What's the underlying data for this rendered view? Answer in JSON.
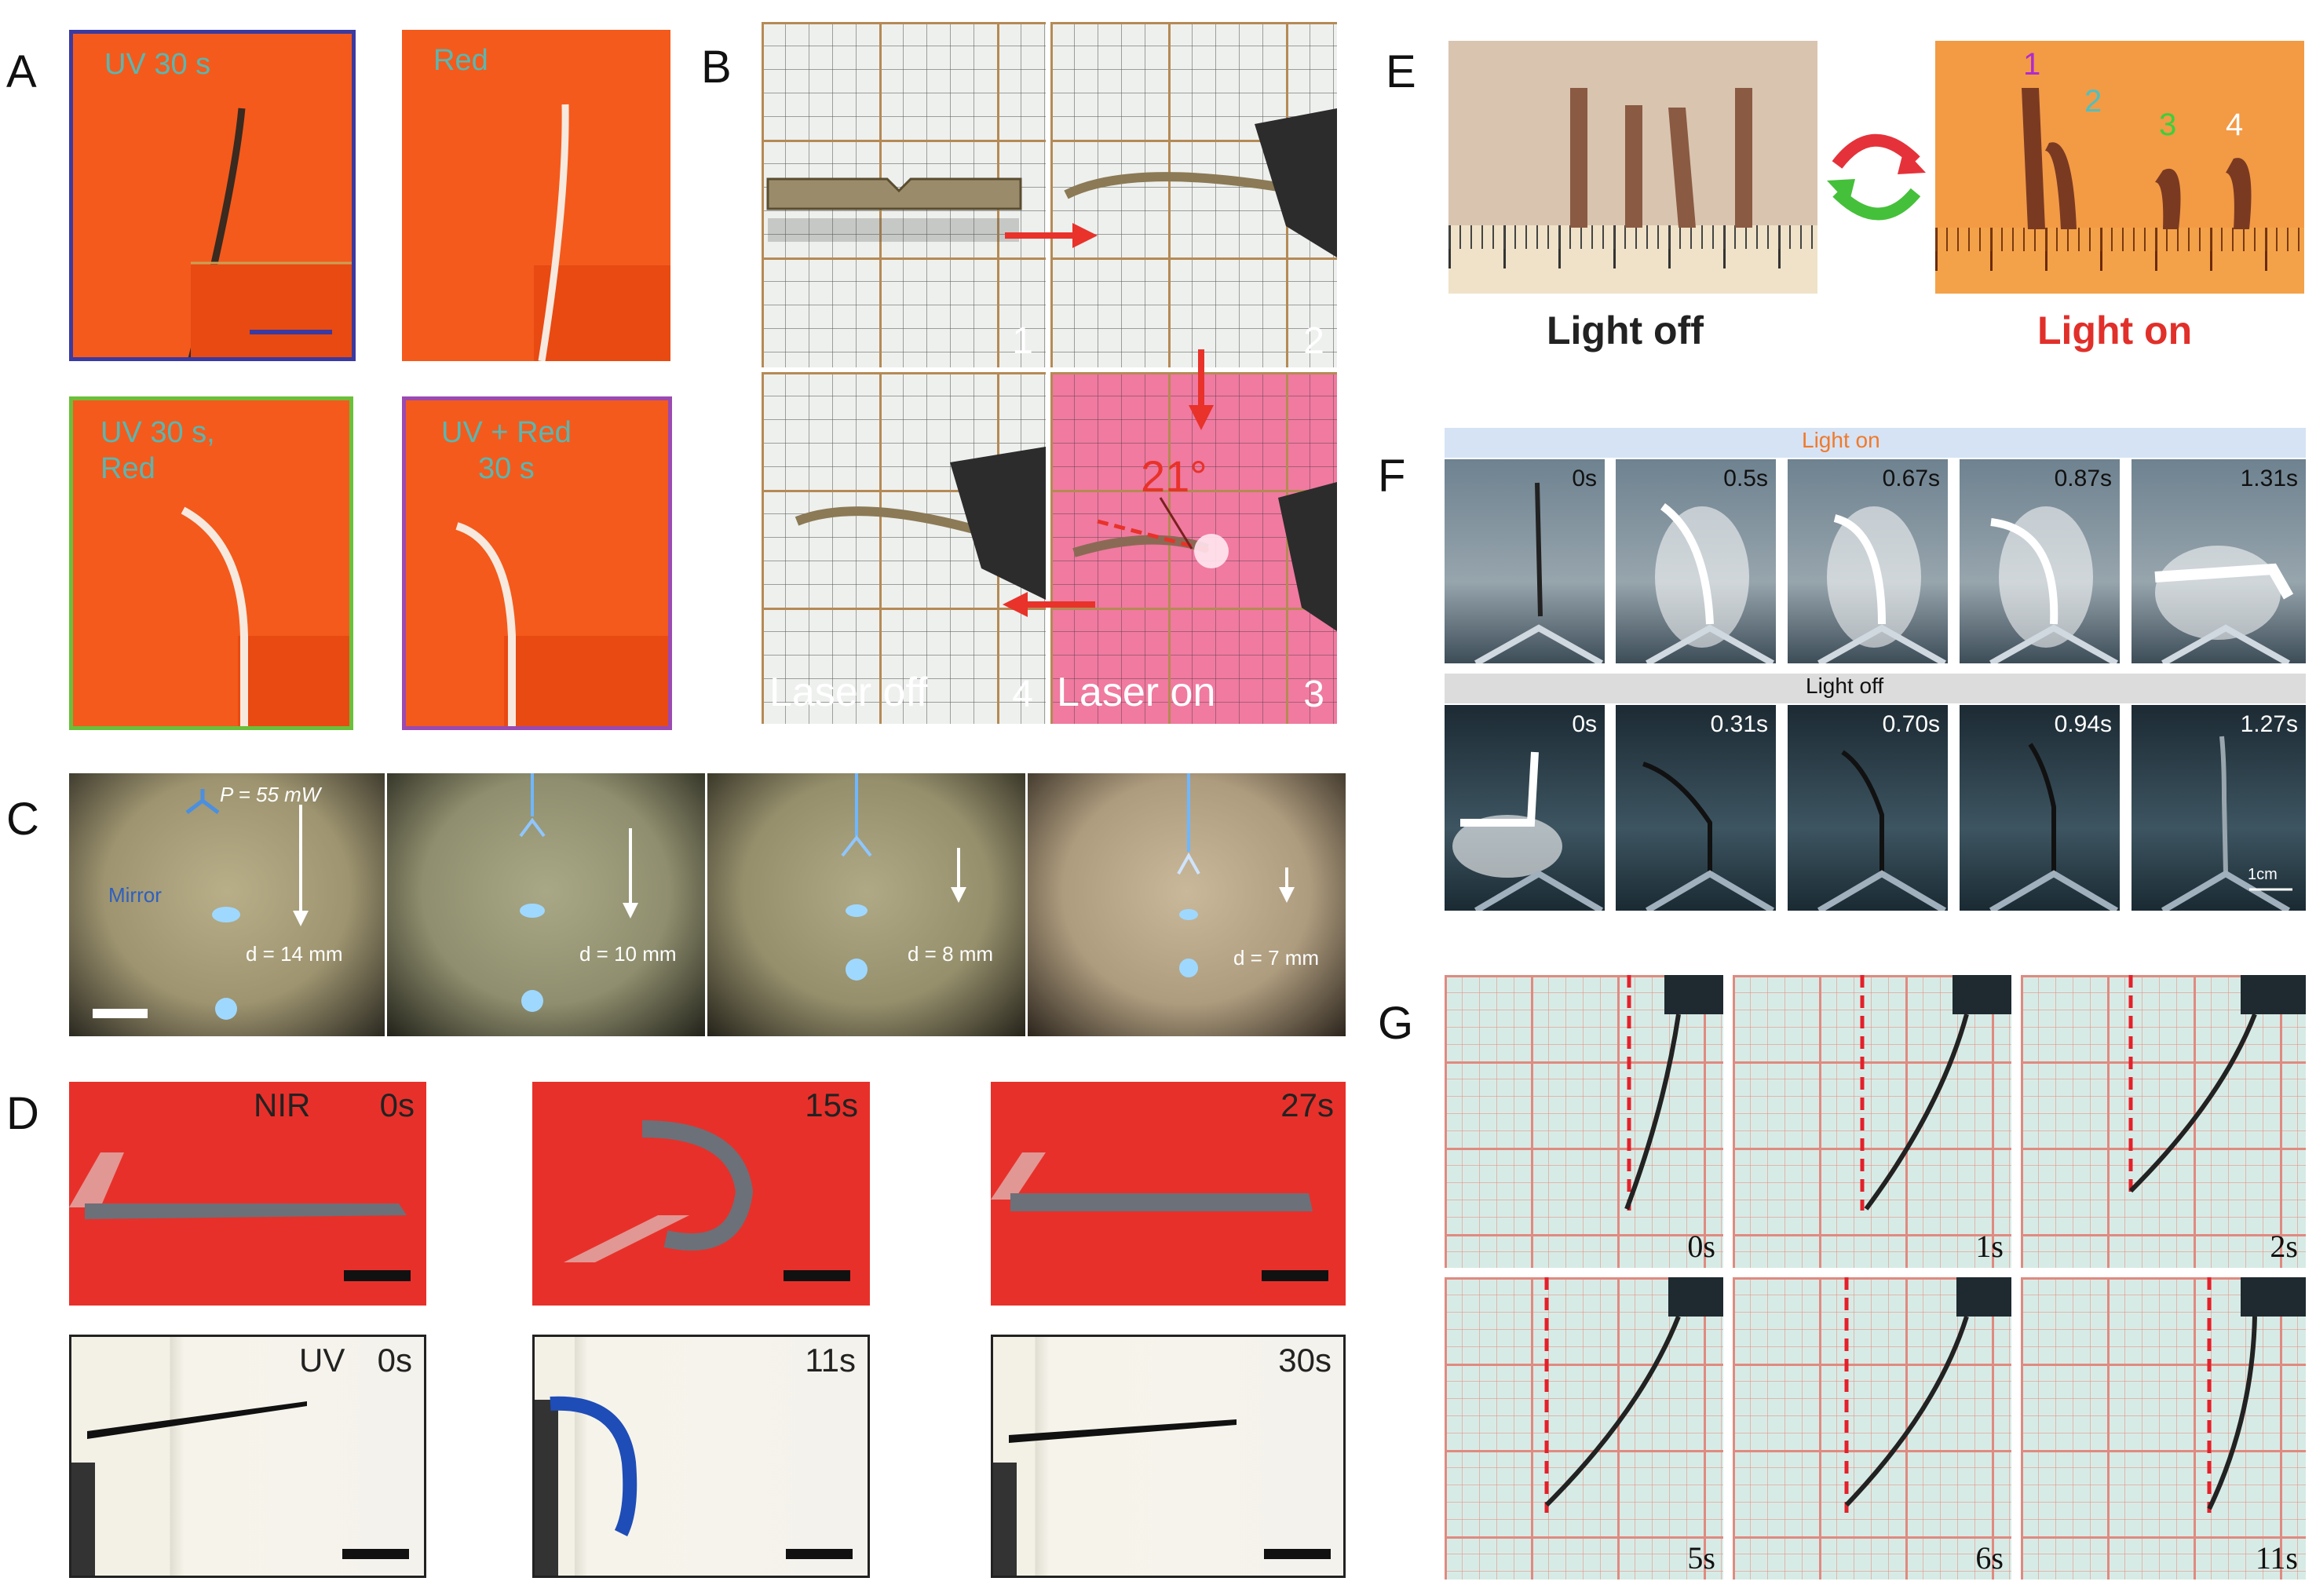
{
  "panels": {
    "A": {
      "letter": "A",
      "tiles": [
        {
          "label": "UV 30 s",
          "border": "#3b3aa0"
        },
        {
          "label": "Red",
          "border": "none"
        },
        {
          "label": "UV 30 s,\nRed",
          "border": "#6bbf3a"
        },
        {
          "label": "UV + Red\n30 s",
          "border": "#9a4ab0"
        }
      ],
      "label_color": "#5bb6b0",
      "bg_color": "#f45a1c"
    },
    "B": {
      "letter": "B",
      "numbers": [
        "1",
        "2",
        "3",
        "4"
      ],
      "laser_off": "Laser off",
      "laser_on": "Laser on",
      "angle": "21°",
      "arrow_color": "#e8322a"
    },
    "C": {
      "letter": "C",
      "power": "P = 55 mW",
      "mirror": "Mirror",
      "distances": [
        "d = 14 mm",
        "d = 10 mm",
        "d = 8 mm",
        "d = 7 mm"
      ]
    },
    "D": {
      "letter": "D",
      "nir": "NIR",
      "uv": "UV",
      "nir_times": [
        "0s",
        "15s",
        "27s"
      ],
      "uv_times": [
        "0s",
        "11s",
        "30s"
      ]
    },
    "E": {
      "letter": "E",
      "light_off": "Light off",
      "light_on": "Light on",
      "strip_numbers": [
        "1",
        "2",
        "3",
        "4"
      ],
      "strip_number_colors": [
        "#b02ad0",
        "#4fc0c0",
        "#3bd03b",
        "#ffffff"
      ]
    },
    "F": {
      "letter": "F",
      "light_on": "Light on",
      "light_off": "Light off",
      "on_times": [
        "0s",
        "0.5s",
        "0.67s",
        "0.87s",
        "1.31s"
      ],
      "off_times": [
        "0s",
        "0.31s",
        "0.70s",
        "0.94s",
        "1.27s"
      ],
      "scale": "1cm"
    },
    "G": {
      "letter": "G",
      "times": [
        "0s",
        "1s",
        "2s",
        "5s",
        "6s",
        "11s"
      ]
    }
  }
}
